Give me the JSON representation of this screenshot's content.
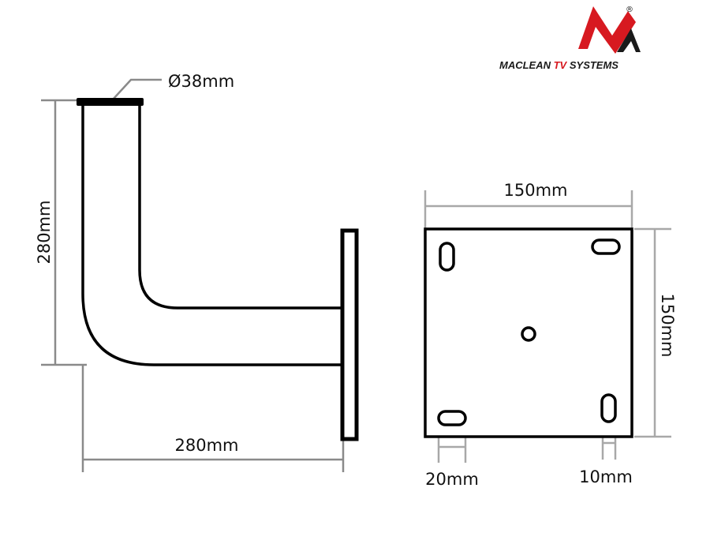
{
  "logo": {
    "brand_black_1": "MACLEAN ",
    "brand_red": "TV",
    "brand_black_2": " SYSTEMS",
    "registered": "®",
    "colors": {
      "red": "#d71920",
      "black": "#1a1a1a"
    }
  },
  "bracket": {
    "pipe_diameter_label": "Ø38mm",
    "height_label": "280mm",
    "width_label": "280mm"
  },
  "plate": {
    "width_label": "150mm",
    "height_label": "150mm",
    "slot_width_label": "20mm",
    "slot_narrow_label": "10mm"
  },
  "colors": {
    "line": "#000000",
    "dimension": "#9a9a9a"
  }
}
